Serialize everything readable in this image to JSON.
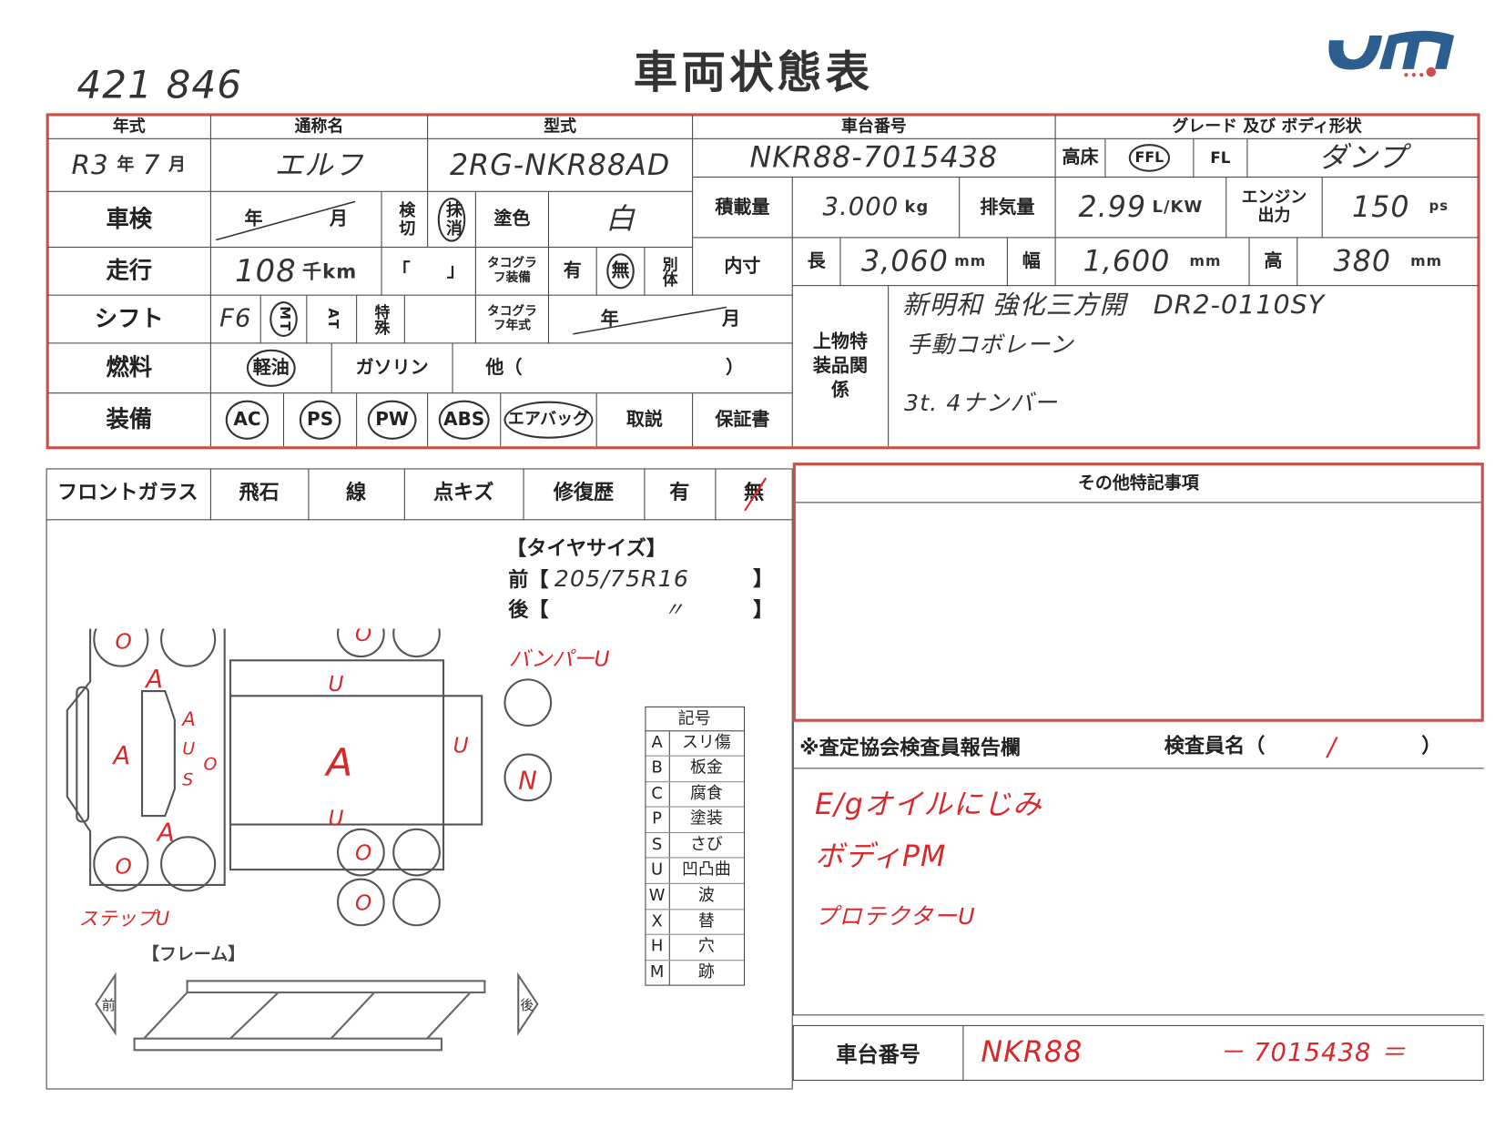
{
  "ref_number": "421 846",
  "title": "車両状態表",
  "logo_text": "um",
  "colors": {
    "frame_red": "#c9514a",
    "ink_red": "#d8282a",
    "logo_blue": "#2c5f8f"
  },
  "header": {
    "year_label": "年式",
    "name_label": "通称名",
    "model_label": "型式",
    "chassis_label": "車台番号",
    "grade_label": "グレード 及び ボディ形状"
  },
  "basic": {
    "era_year": "R3",
    "year_unit": "年",
    "month": "7",
    "month_unit": "月",
    "name": "エルフ",
    "model": "2RG-NKR88AD",
    "chassis": "NKR88-7015438",
    "floor_label": "高床",
    "ffl": "FFL",
    "fl": "FL",
    "body": "ダンプ"
  },
  "shaken": {
    "label": "車検",
    "year_unit": "年",
    "month_unit": "月",
    "expired": "検切",
    "cancelled": "抹消",
    "paint_label": "塗色",
    "paint": "白",
    "load_label": "積載量",
    "load": "3.000",
    "load_unit": "kg",
    "disp_label": "排気量",
    "disp": "2.99",
    "disp_unit": "L/KW",
    "engine_label": "エンジン出力",
    "engine": "150",
    "engine_unit": "ps"
  },
  "mileage": {
    "label": "走行",
    "value": "108",
    "unit": "千km",
    "bracket": "「　　」",
    "tacho_label": "タコグラフ装備",
    "yes": "有",
    "no": "無",
    "separate": "別体",
    "inner_label": "内寸",
    "length_label": "長",
    "length": "3,060",
    "width_label": "幅",
    "width": "1,600",
    "height_label": "高",
    "height": "380",
    "mm": "mm"
  },
  "shift": {
    "label": "シフト",
    "value": "F6",
    "mt": "MT",
    "at": "AT",
    "special": "特殊",
    "tacho_year_label": "タコグラフ年式",
    "year_unit": "年",
    "month_unit": "月"
  },
  "fuel": {
    "label": "燃料",
    "diesel": "軽油",
    "gasoline": "ガソリン",
    "other": "他（",
    "other_close": "）"
  },
  "equipment": {
    "label": "装備",
    "items": [
      "AC",
      "PS",
      "PW",
      "ABS",
      "エアバッグ",
      "取説",
      "保証書"
    ]
  },
  "special": {
    "label": "上物特装品関係",
    "lines": [
      "新明和 強化三方開　DR2-0110SY",
      "手動コボレーン",
      "3t. 4ナンバー"
    ]
  },
  "windshield": {
    "label": "フロントガラス",
    "chip": "飛石",
    "line": "線",
    "scratch": "点キズ",
    "repair_label": "修復歴",
    "yes": "有",
    "no": "無"
  },
  "tire": {
    "title": "【タイヤサイズ】",
    "front_label": "前【",
    "front": "205/75R16",
    "rear_label": "後【",
    "rear": "〃",
    "close": "】"
  },
  "diagram_marks": {
    "a": "A",
    "u": "U",
    "s": "S",
    "o": "O",
    "n": "N",
    "bumper": "バンパーU",
    "step": "ステップU",
    "frame_label": "【フレーム】",
    "front": "前",
    "rear": "後"
  },
  "legend": {
    "title": "記号",
    "items": [
      {
        "code": "A",
        "meaning": "スリ傷"
      },
      {
        "code": "B",
        "meaning": "板金"
      },
      {
        "code": "C",
        "meaning": "腐食"
      },
      {
        "code": "P",
        "meaning": "塗装"
      },
      {
        "code": "S",
        "meaning": "さび"
      },
      {
        "code": "U",
        "meaning": "凹凸曲"
      },
      {
        "code": "W",
        "meaning": "波"
      },
      {
        "code": "X",
        "meaning": "替"
      },
      {
        "code": "H",
        "meaning": "穴"
      },
      {
        "code": "M",
        "meaning": "跡"
      }
    ]
  },
  "notes": {
    "title": "その他特記事項"
  },
  "report": {
    "title": "※査定協会検査員報告欄",
    "inspector_label": "検査員名（",
    "inspector": "/",
    "close": "）",
    "lines": [
      "E/gオイルにじみ",
      "ボディPM",
      "プロテクターU"
    ]
  },
  "footer": {
    "chassis_label": "車台番号",
    "chassis_a": "NKR88",
    "chassis_b": "－ 7015438 ＝"
  }
}
